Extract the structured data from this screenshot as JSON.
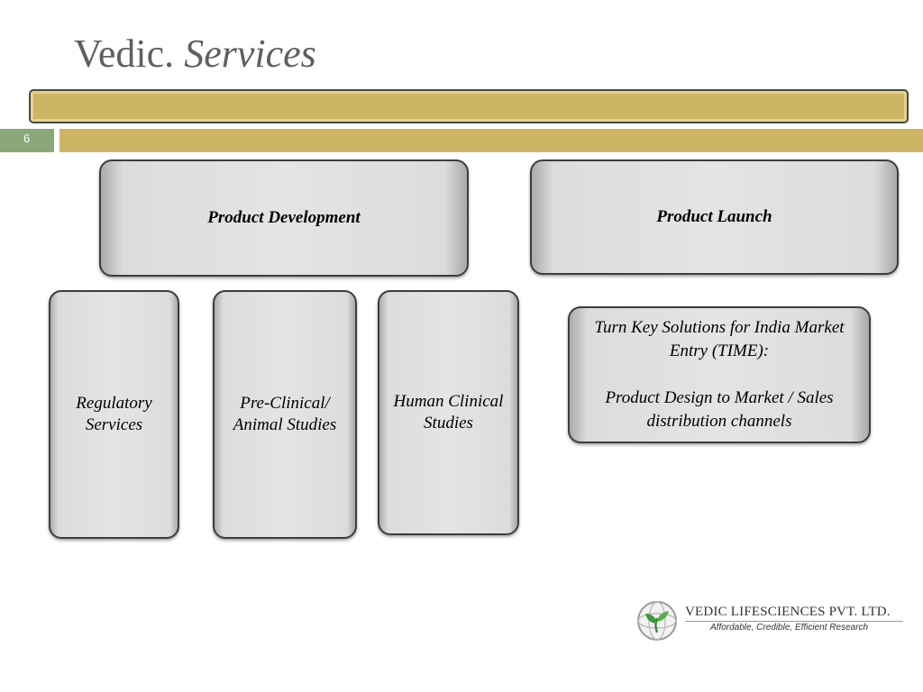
{
  "slide": {
    "title_plain": "Vedic.",
    "title_italic": "Services",
    "number": "6"
  },
  "boxes": {
    "product_development": "Product Development",
    "product_launch": "Product Launch",
    "regulatory_services": "Regulatory Services",
    "pre_clinical": "Pre-Clinical/ Animal Studies",
    "human_clinical": "Human Clinical Studies",
    "time_line1": "Turn Key Solutions for India Market Entry (TIME):",
    "time_line2": "Product Design to Market  / Sales distribution channels"
  },
  "logo": {
    "name": "VEDIC LIFESCIENCES PVT. LTD.",
    "tagline": "Affordable, Credible, Efficient Research",
    "icon": "globe-leaf-icon"
  },
  "colors": {
    "accent_gold": "#cdb565",
    "slide_number_bg": "#8aa87a",
    "box_fill": "#e4e4e4",
    "title_gray": "#5f5f5f"
  }
}
